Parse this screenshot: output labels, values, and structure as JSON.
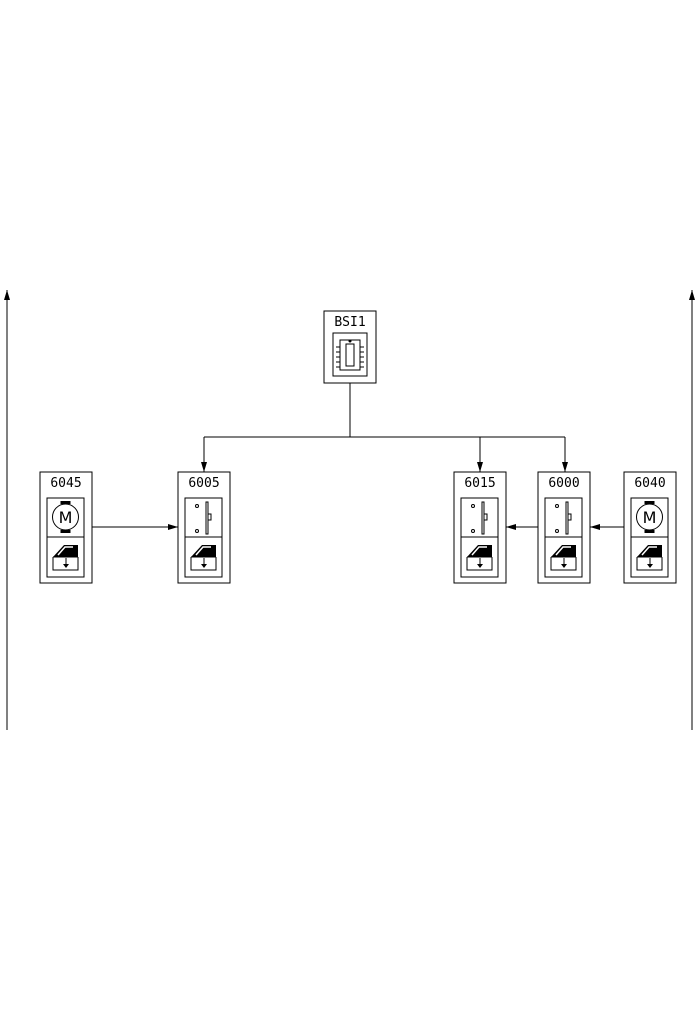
{
  "diagram": {
    "central_unit": {
      "label": "BSI1",
      "icon": "control-unit-icon"
    },
    "modules": [
      {
        "label": "6045",
        "icon": "motor-icon"
      },
      {
        "label": "6005",
        "icon": "switch-icon"
      },
      {
        "label": "6015",
        "icon": "switch-icon"
      },
      {
        "label": "6000",
        "icon": "switch-icon"
      },
      {
        "label": "6040",
        "icon": "motor-icon"
      }
    ],
    "module_function_icon": "window-lift-icon"
  }
}
